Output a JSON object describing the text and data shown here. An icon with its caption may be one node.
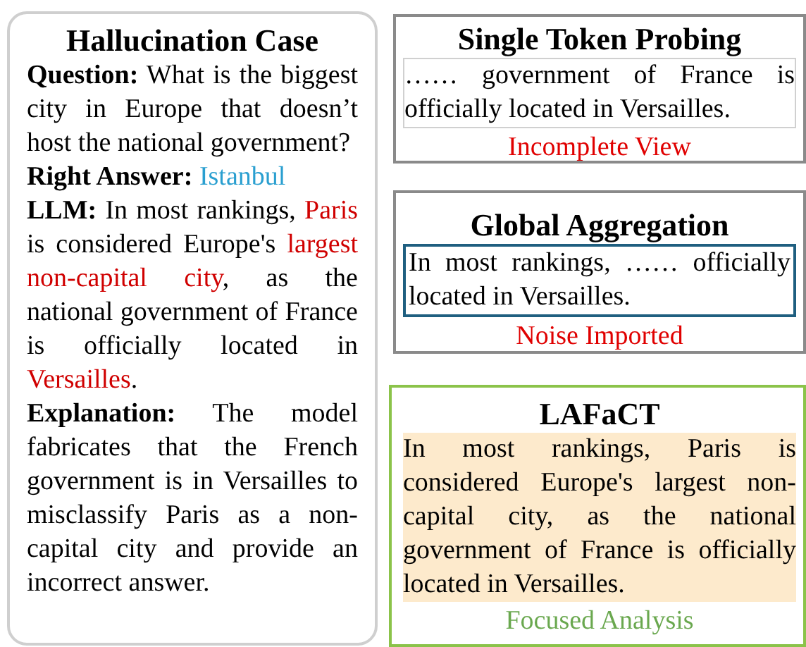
{
  "diagram": {
    "nodes": [
      {
        "text": [
          "Hallucination Case",
          "**Question:** What is the biggest city in Europe that doesn’t host the national government?",
          "Right Answer:",
          "Istanbul",
          "LLM:",
          "In most rankings,",
          "Paris",
          "is considered Europe's",
          "largest non-capital city",
          ", as the national government of France is officially located in",
          "Versailles",
          ".",
          "Explanation:",
          "The model fabricates that the French government is in Versailles to misclassify Paris as a non-capital city and provide an incorrect answer."
        ]
      },
      {
        "text": [
          "Single Token Probing",
          "…… government of France is officially located in Versailles.",
          "Incomplete View"
        ]
      },
      {
        "text": [
          "Global Aggregation",
          "In most rankings, …… officially located in Versailles.",
          "Noise Imported"
        ]
      },
      {
        "text": [
          "LAFaCT",
          "In most rankings, Paris is considered Europe's largest non-capital city, as the national government of France is officially located in Versailles.",
          "Focused Analysis"
        ]
      }
    ]
  }
}
